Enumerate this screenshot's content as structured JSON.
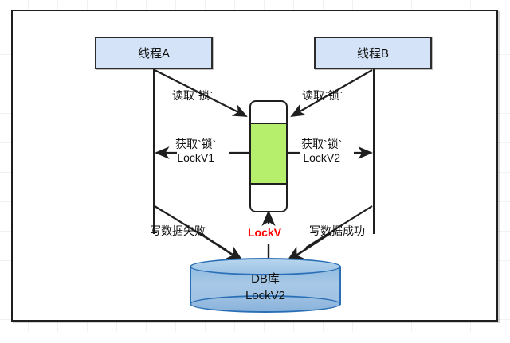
{
  "diagram": {
    "title": "Optimistic lock concurrency diagram",
    "colors": {
      "thread_box_fill": "#d4e3f7",
      "lock_core_fill": "#b5ef6b",
      "db_fill": "#a8c8e6",
      "db_stroke": "#2a6fb5",
      "stroke": "#1f1f1f",
      "accent_red": "#ff0000"
    },
    "threads": [
      {
        "id": "a",
        "label": "线程A"
      },
      {
        "id": "b",
        "label": "线程B"
      }
    ],
    "lock": {
      "name": "LockV",
      "read_label_left": "读取`锁`",
      "read_label_right": "读取`锁`",
      "acquire_left_line1": "获取`锁`",
      "acquire_left_line2": "LockV1",
      "acquire_right_line1": "获取`锁`",
      "acquire_right_line2": "LockV2"
    },
    "write": {
      "fail_label": "写数据失败",
      "success_label": "写数据成功"
    },
    "database": {
      "line1": "DB库",
      "line2": "LockV2"
    }
  }
}
